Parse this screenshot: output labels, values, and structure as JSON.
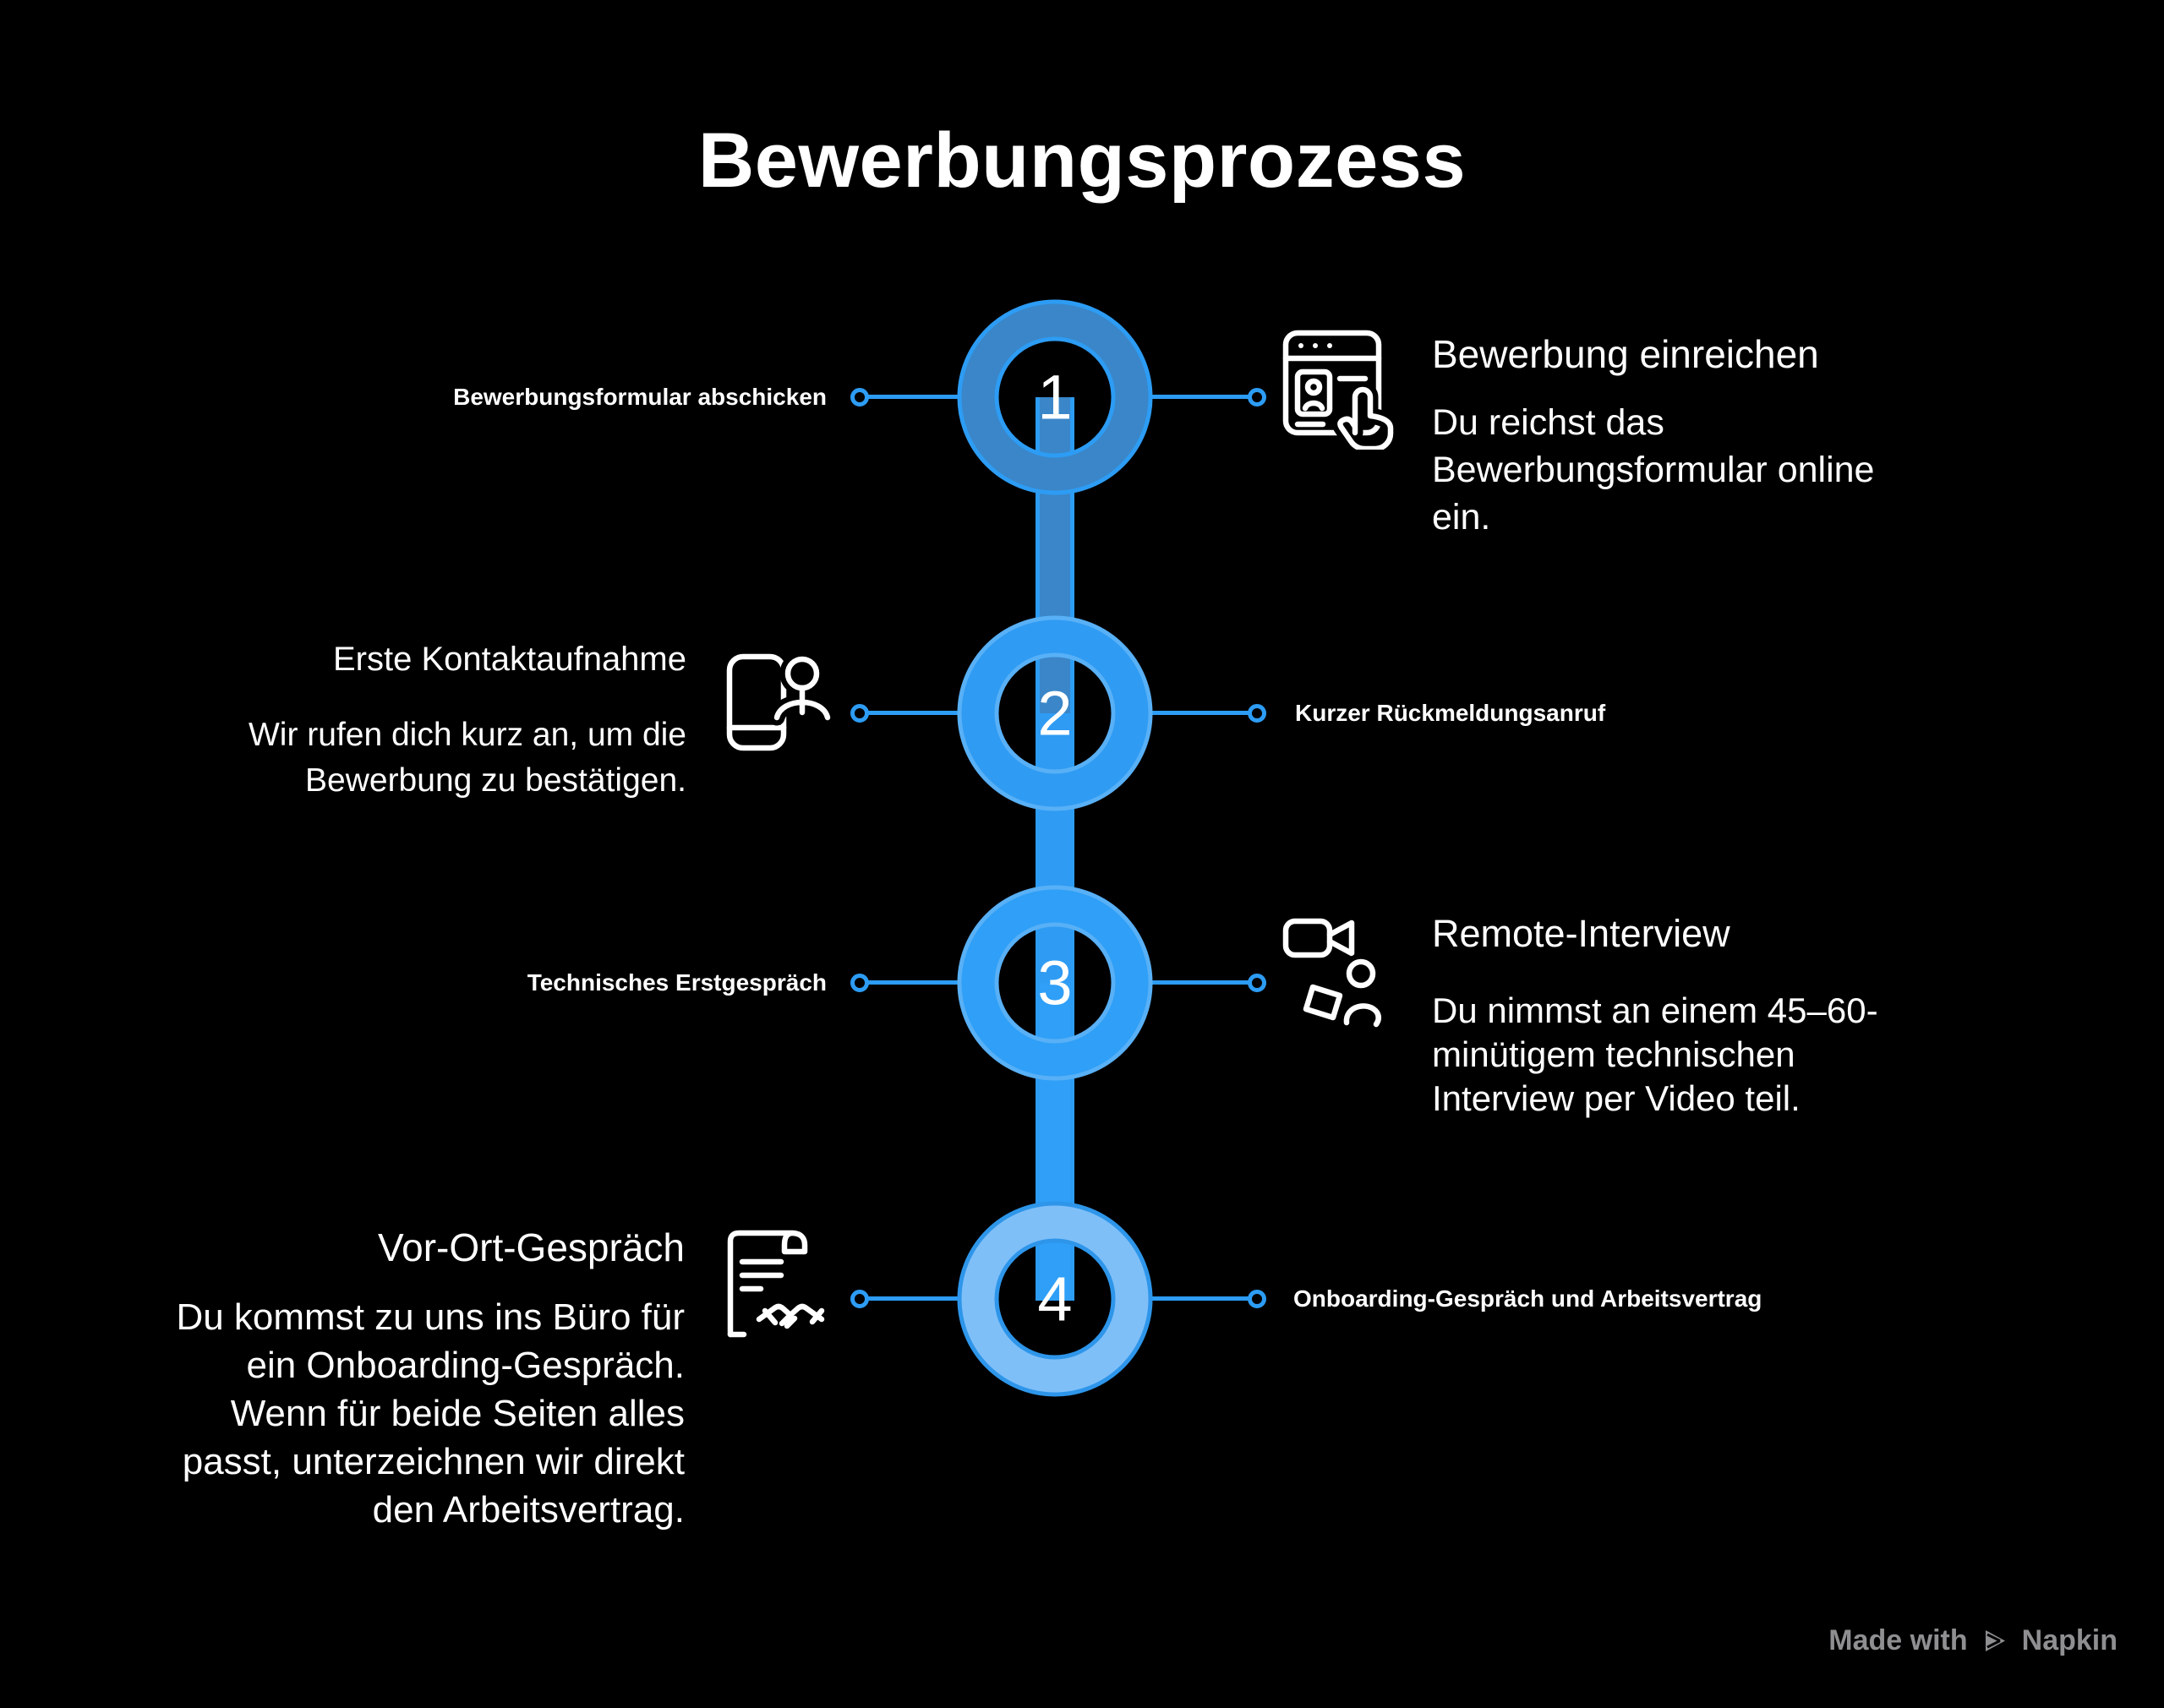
{
  "title": "Bewerbungsprozess",
  "steps": [
    {
      "number": "1",
      "label": "Bewerbungsformular abschicken",
      "heading": "Bewerbung einreichen",
      "body_lines": [
        "Du reichst das",
        "Bewerbungsformular online",
        "ein."
      ],
      "icon": "application-form-icon",
      "ring_color": "#3A86C8"
    },
    {
      "number": "2",
      "label": "Kurzer Rückmeldungsanruf",
      "heading": "Erste Kontaktaufnahme",
      "body_lines": [
        "Wir rufen dich kurz an, um die",
        "Bewerbung zu bestätigen."
      ],
      "icon": "phone-contact-icon",
      "ring_color": "#2F9BF3"
    },
    {
      "number": "3",
      "label": "Technisches Erstgespräch",
      "heading": "Remote-Interview",
      "body_lines": [
        "Du nimmst an einem 45–60-",
        "minütigem technischen",
        "Interview per Video teil."
      ],
      "icon": "video-interview-icon",
      "ring_color": "#2F9FF7"
    },
    {
      "number": "4",
      "label": "Onboarding-Gespräch und Arbeitsvertrag",
      "heading": "Vor-Ort-Gespräch",
      "body_lines": [
        "Du kommst zu uns ins Büro für",
        "ein Onboarding-Gespräch.",
        "Wenn für beide Seiten alles",
        "passt, unterzeichnen wir direkt",
        "den Arbeitsvertrag."
      ],
      "icon": "contract-handshake-icon",
      "ring_color": "#7FBFF8"
    }
  ],
  "colors": {
    "background": "#000000",
    "accent_line": "#2D9CF4",
    "step1_ring": "#3A86C8",
    "step2_ring": "#2F9BF3",
    "step3_ring": "#2F9FF7",
    "step4_ring": "#7FBFF8",
    "step4_rim": "#2E96EA",
    "text": "#FFFFFF",
    "watermark": "#8F8F92"
  },
  "watermark": {
    "made_with": "Made with",
    "brand": "Napkin"
  }
}
